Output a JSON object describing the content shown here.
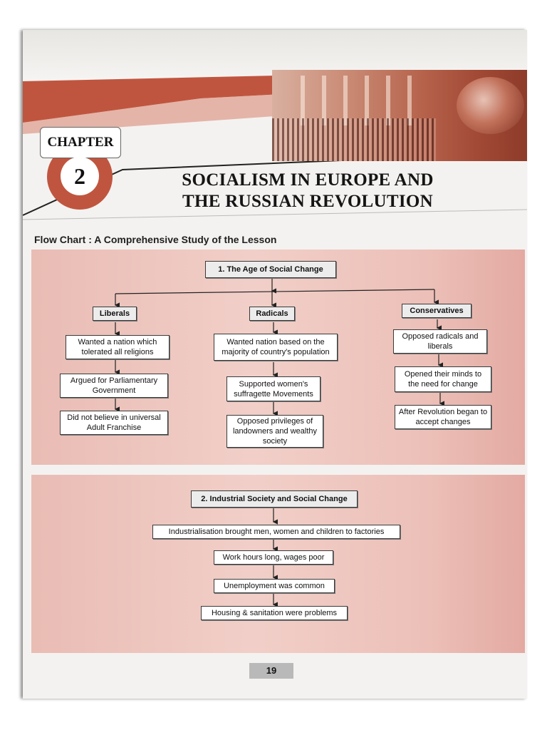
{
  "chapter": {
    "label": "CHAPTER",
    "number": "2"
  },
  "title": {
    "line1": "SOCIALISM IN EUROPE AND",
    "line2": "THE RUSSIAN REVOLUTION"
  },
  "flow_heading": "Flow Chart : A Comprehensive Study of the Lesson",
  "section1": {
    "title": "1. The Age of Social Change",
    "liberals": {
      "label": "Liberals",
      "items": [
        "Wanted a nation which tolerated all religions",
        "Argued for Parliamentary Government",
        "Did not believe in universal Adult Franchise"
      ]
    },
    "radicals": {
      "label": "Radicals",
      "items": [
        "Wanted nation based on the majority of country's population",
        "Supported women's suffragette Movements",
        "Opposed privileges of landowners and wealthy society"
      ]
    },
    "conservatives": {
      "label": "Conservatives",
      "items": [
        "Opposed radicals and liberals",
        "Opened their minds to the need for change",
        "After Revolution began to accept changes"
      ]
    }
  },
  "section2": {
    "title": "2. Industrial Society and Social Change",
    "items": [
      "Industrialisation brought men, women and children to factories",
      "Work hours long, wages poor",
      "Unemployment was common",
      "Housing & sanitation were problems"
    ]
  },
  "page_number": "19"
}
